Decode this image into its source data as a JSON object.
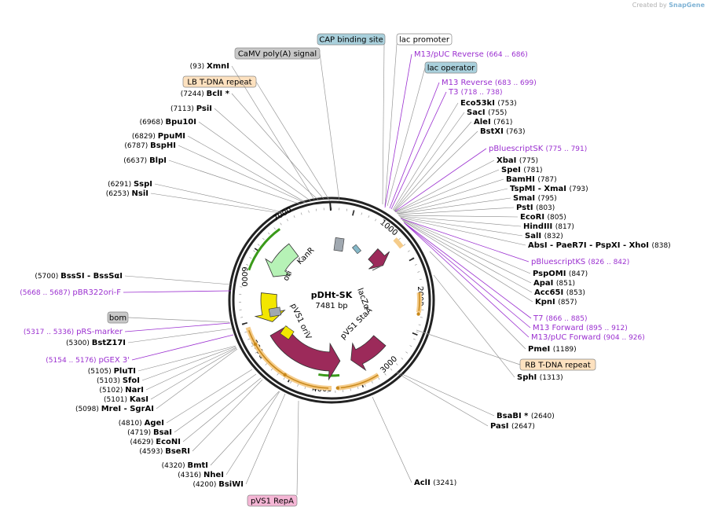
{
  "credit": {
    "prefix": "Created by",
    "brand": "SnapGene"
  },
  "plasmid": {
    "name": "pDHt-SK",
    "size": "7481 bp"
  },
  "ticks": [
    "1000",
    "2000",
    "3000",
    "4000",
    "5000",
    "6000",
    "7000"
  ],
  "feature_labels": [
    "lacZα",
    "pVS1 StaA",
    "pVS1 oriV",
    "ori",
    "KanR"
  ],
  "boxed_labels": [
    "CAP binding site",
    "lac promoter",
    "CaMV poly(A) signal",
    "lac operator",
    "LB T-DNA repeat",
    "bom",
    "RB T-DNA repeat",
    "pVS1 RepA"
  ],
  "sites": [
    {
      "name": "XmnI",
      "pos": "(93)"
    },
    {
      "name": "BclI *",
      "pos": "(7244)"
    },
    {
      "name": "PsiI",
      "pos": "(7113)"
    },
    {
      "name": "Bpu10I",
      "pos": "(6968)"
    },
    {
      "name": "PpuMI",
      "pos": "(6829)"
    },
    {
      "name": "BspHI",
      "pos": "(6787)"
    },
    {
      "name": "BlpI",
      "pos": "(6637)"
    },
    {
      "name": "SspI",
      "pos": "(6291)"
    },
    {
      "name": "NsiI",
      "pos": "(6253)"
    },
    {
      "name": "BssSI - BssSαI",
      "pos": "(5700)"
    },
    {
      "name": "BstZ17I",
      "pos": "(5300)"
    },
    {
      "name": "PluTI",
      "pos": "(5105)"
    },
    {
      "name": "SfoI",
      "pos": "(5103)"
    },
    {
      "name": "NarI",
      "pos": "(5102)"
    },
    {
      "name": "KasI",
      "pos": "(5101)"
    },
    {
      "name": "MreI - SgrAI",
      "pos": "(5098)"
    },
    {
      "name": "AgeI",
      "pos": "(4810)"
    },
    {
      "name": "BsaI",
      "pos": "(4719)"
    },
    {
      "name": "EcoNI",
      "pos": "(4629)"
    },
    {
      "name": "BseRI",
      "pos": "(4593)"
    },
    {
      "name": "BmtI",
      "pos": "(4320)"
    },
    {
      "name": "NheI",
      "pos": "(4316)"
    },
    {
      "name": "BsiWI",
      "pos": "(4200)"
    },
    {
      "name": "Eco53kI",
      "pos": "(753)"
    },
    {
      "name": "SacI",
      "pos": "(755)"
    },
    {
      "name": "AleI",
      "pos": "(761)"
    },
    {
      "name": "BstXI",
      "pos": "(763)"
    },
    {
      "name": "XbaI",
      "pos": "(775)"
    },
    {
      "name": "SpeI",
      "pos": "(781)"
    },
    {
      "name": "BamHI",
      "pos": "(787)"
    },
    {
      "name": "TspMI - XmaI",
      "pos": "(793)"
    },
    {
      "name": "SmaI",
      "pos": "(795)"
    },
    {
      "name": "PstI",
      "pos": "(803)"
    },
    {
      "name": "EcoRI",
      "pos": "(805)"
    },
    {
      "name": "HindIII",
      "pos": "(817)"
    },
    {
      "name": "SalI",
      "pos": "(832)"
    },
    {
      "name": "AbsI - PaeR7I - PspXI - XhoI",
      "pos": "(838)"
    },
    {
      "name": "PspOMI",
      "pos": "(847)"
    },
    {
      "name": "ApaI",
      "pos": "(851)"
    },
    {
      "name": "Acc65I",
      "pos": "(853)"
    },
    {
      "name": "KpnI",
      "pos": "(857)"
    },
    {
      "name": "PmeI",
      "pos": "(1189)"
    },
    {
      "name": "SphI",
      "pos": "(1313)"
    },
    {
      "name": "BsaBI *",
      "pos": "(2640)"
    },
    {
      "name": "PasI",
      "pos": "(2647)"
    },
    {
      "name": "AclI",
      "pos": "(3241)"
    }
  ],
  "primers": [
    {
      "name": "M13/pUC Reverse",
      "range": "(664 .. 686)"
    },
    {
      "name": "M13 Reverse",
      "range": "(683 .. 699)"
    },
    {
      "name": "T3",
      "range": "(718 .. 738)"
    },
    {
      "name": "pBluescriptSK",
      "range": "(775 .. 791)"
    },
    {
      "name": "pBluescriptKS",
      "range": "(826 .. 842)"
    },
    {
      "name": "T7",
      "range": "(866 .. 885)"
    },
    {
      "name": "M13 Forward",
      "range": "(895 .. 912)"
    },
    {
      "name": "M13/pUC Forward",
      "range": "(904 .. 926)"
    },
    {
      "name": "pBR322ori-F",
      "range": "(5668 .. 5687)"
    },
    {
      "name": "pRS-marker",
      "range": "(5317 .. 5336)"
    },
    {
      "name": "pGEX 3'",
      "range": "(5154 .. 5176)"
    }
  ],
  "colors": {
    "primer": "#9b30d0",
    "kanr": "#b6f2b6",
    "ori": "#f2e600",
    "pvs1": "#9c2a5a",
    "misc": "#a0a8b0",
    "halo": "#f5cc8a",
    "green": "#3a9a1a",
    "box_gray": "#c8c8c8",
    "box_blue": "#a9d0dc",
    "box_orange": "#fde1bf",
    "box_pink": "#f5b6d5"
  }
}
